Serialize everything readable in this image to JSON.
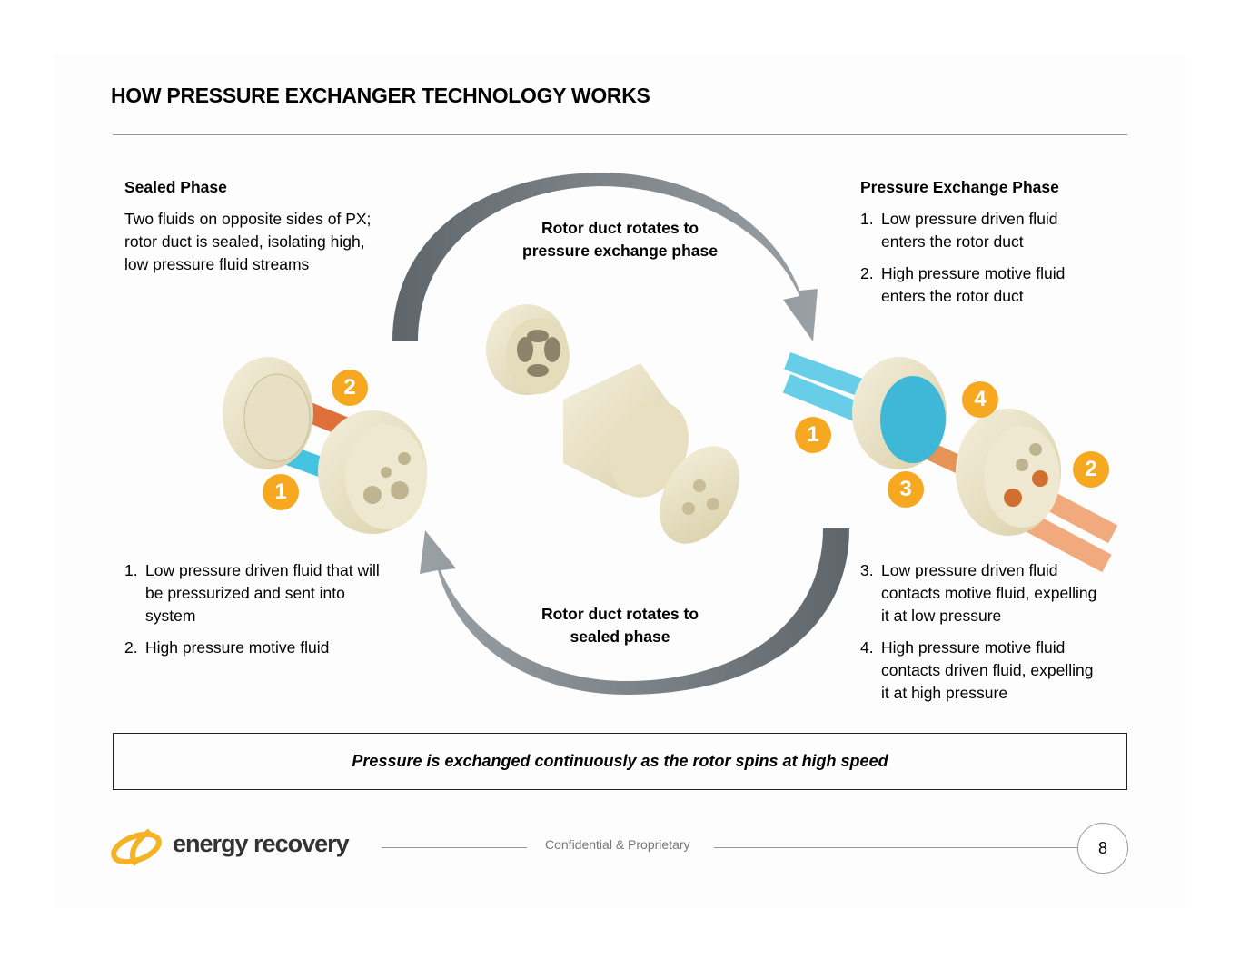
{
  "title": "HOW PRESSURE EXCHANGER TECHNOLOGY WORKS",
  "sealed": {
    "heading": "Sealed Phase",
    "description": "Two fluids on opposite sides of PX; rotor duct is sealed, isolating high, low pressure fluid streams",
    "items": [
      {
        "num": "1.",
        "text": "Low pressure driven fluid that will be pressurized and sent into system"
      },
      {
        "num": "2.",
        "text": "High pressure motive fluid"
      }
    ],
    "badges": [
      "2",
      "1"
    ]
  },
  "exchange": {
    "heading": "Pressure Exchange Phase",
    "items_top": [
      {
        "num": "1.",
        "text": "Low pressure driven fluid enters the rotor duct"
      },
      {
        "num": "2.",
        "text": "High pressure motive fluid enters the rotor duct"
      }
    ],
    "items_bottom": [
      {
        "num": "3.",
        "text": "Low pressure driven fluid contacts motive fluid, expelling it at low pressure"
      },
      {
        "num": "4.",
        "text": "High pressure motive fluid contacts driven fluid, expelling it at high pressure"
      }
    ],
    "badges": [
      "4",
      "1",
      "2",
      "3"
    ]
  },
  "arrows": {
    "top_label": "Rotor duct rotates to pressure exchange phase",
    "bottom_label": "Rotor duct rotates to sealed phase"
  },
  "callout": "Pressure is exchanged continuously as the rotor spins at high speed",
  "footer": {
    "logo_text": "energy recovery",
    "confidential": "Confidential & Proprietary",
    "page": "8"
  },
  "colors": {
    "badge": "#f5a820",
    "blue": "#3cc0e0",
    "orange": "#e87a2a",
    "arrow": "#6f777d",
    "ceramic": "#ece4c8"
  }
}
